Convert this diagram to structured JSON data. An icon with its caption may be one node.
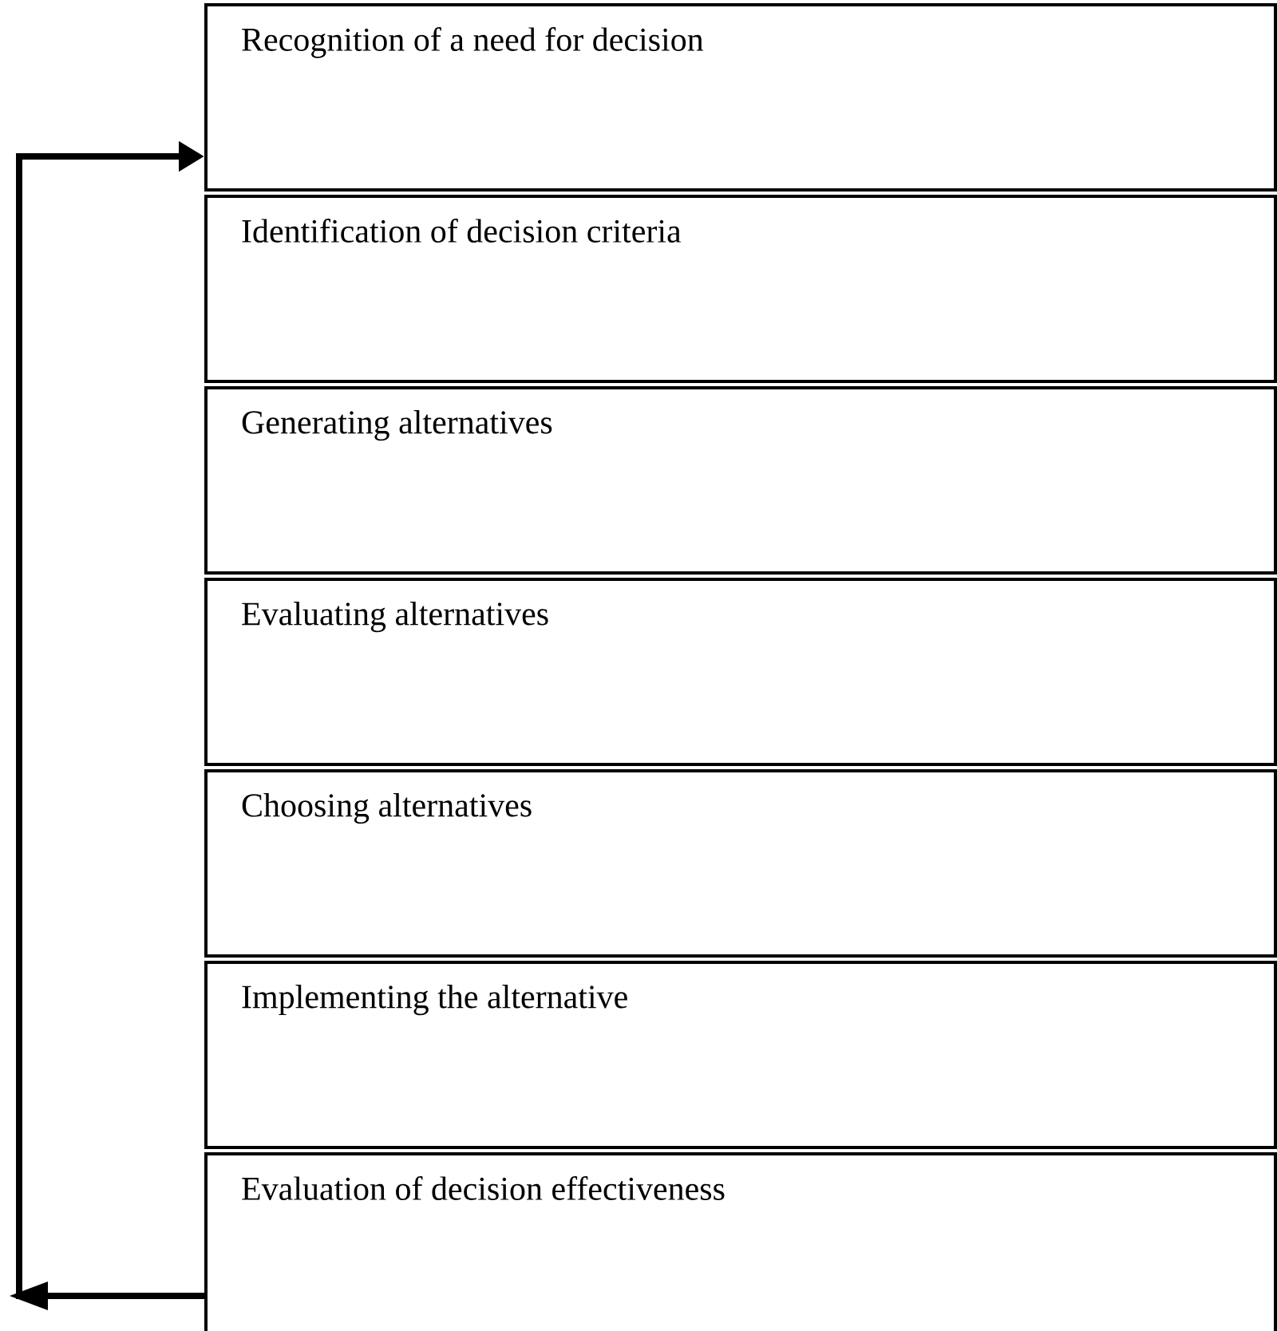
{
  "diagram": {
    "nodes": [
      {
        "text": [
          "Recognition of a need for decision"
        ]
      },
      {
        "text": [
          "Identification of decision criteria"
        ]
      },
      {
        "text": [
          "Generating alternatives"
        ]
      },
      {
        "text": [
          "Evaluating alternatives"
        ]
      },
      {
        "text": [
          "Choosing alternatives"
        ]
      },
      {
        "text": [
          "Implementing the alternative"
        ]
      },
      {
        "text": [
          "Evaluation of decision effectiveness"
        ]
      }
    ],
    "edges": [
      {
        "from": 6,
        "to": 0,
        "arrow": "to"
      }
    ]
  }
}
